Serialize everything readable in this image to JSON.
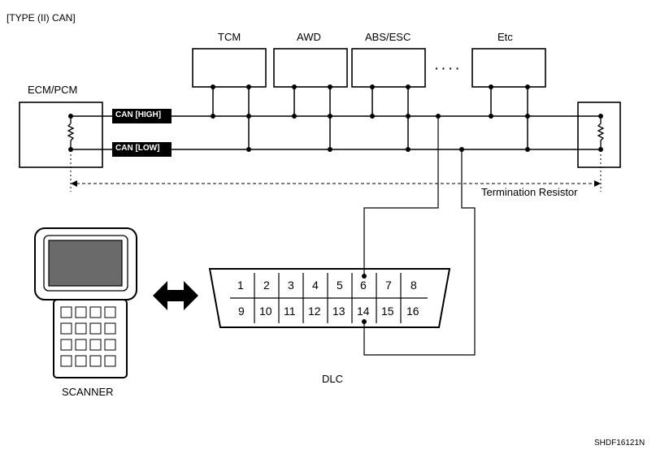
{
  "header": {
    "title": "[TYPE (II) CAN]"
  },
  "ecm": {
    "label": "ECM/PCM"
  },
  "modules": [
    "TCM",
    "AWD",
    "ABS/ESC",
    "Etc"
  ],
  "ellipsis": "· · · ·",
  "bus": {
    "high_label": "CAN [HIGH]",
    "low_label": "CAN [LOW]"
  },
  "termination": {
    "label": "Termination Resistor"
  },
  "dlc": {
    "label": "DLC",
    "top_pins": [
      "1",
      "2",
      "3",
      "4",
      "5",
      "6",
      "7",
      "8"
    ],
    "bottom_pins": [
      "9",
      "10",
      "11",
      "12",
      "13",
      "14",
      "15",
      "16"
    ]
  },
  "scanner": {
    "label": "SCANNER"
  },
  "figure_code": "SHDF16121N"
}
